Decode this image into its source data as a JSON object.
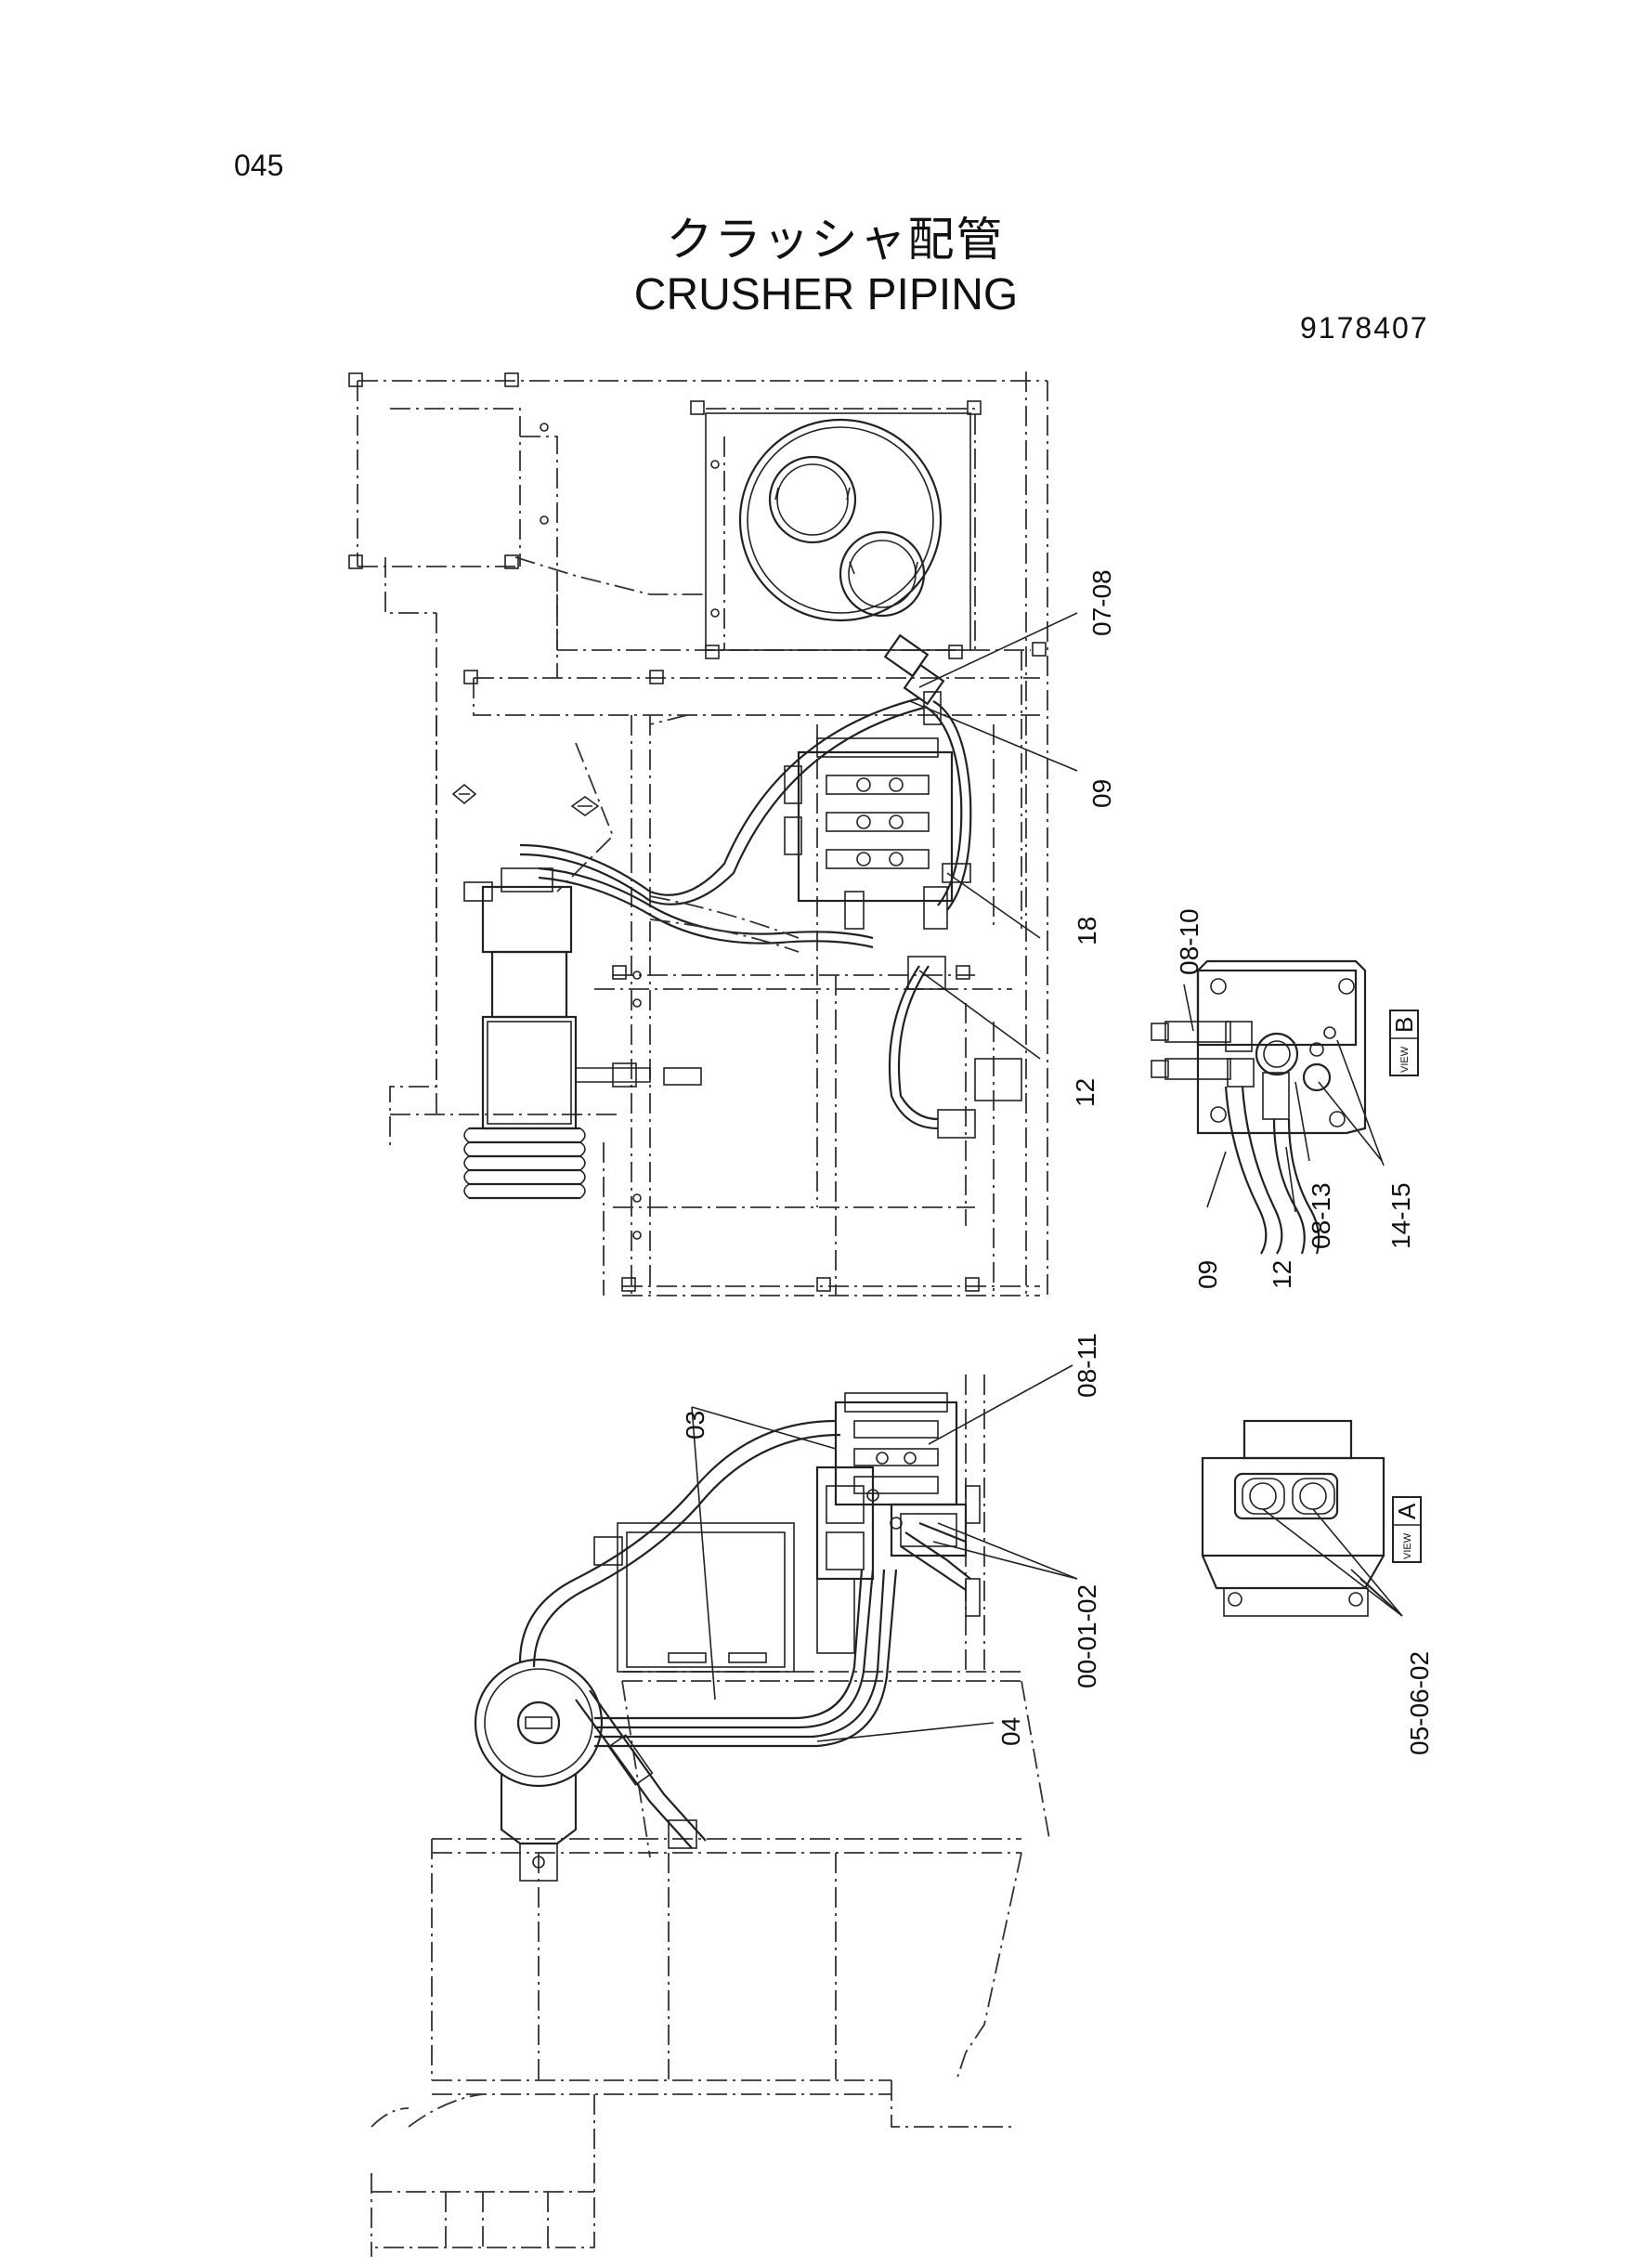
{
  "header": {
    "page_number": "045",
    "title_jp": "クラッシャ配管",
    "title_en": "CRUSHER PIPING",
    "part_number": "9178407"
  },
  "callouts": {
    "c0708": "07-08",
    "c09_top": "09",
    "c18": "18",
    "c12_top": "12",
    "c0810": "08-10",
    "c0813": "08-13",
    "c1415": "14-15",
    "c09_view": "09",
    "c12_view": "12",
    "c0811": "08-11",
    "c03": "03",
    "c000102": "00-01-02",
    "c04": "04",
    "c050602": "05-06-02"
  },
  "views": {
    "view_b": {
      "label": "VIEW",
      "letter": "B"
    },
    "view_a": {
      "label": "VIEW",
      "letter": "A"
    }
  }
}
